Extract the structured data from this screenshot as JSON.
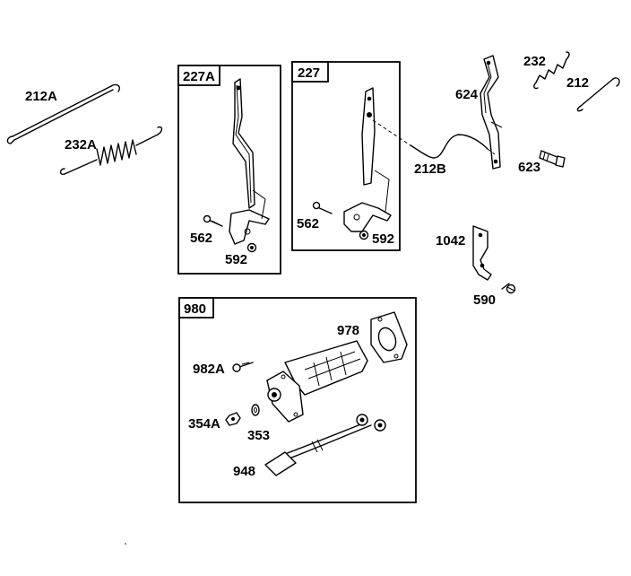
{
  "boxes": {
    "b227a": "227A",
    "b227": "227",
    "b980": "980"
  },
  "parts": {
    "p212a": "212A",
    "p232a": "232A",
    "p562_left": "562",
    "p592_left": "592",
    "p562_mid": "562",
    "p592_mid": "592",
    "p624": "624",
    "p232": "232",
    "p212": "212",
    "p212b": "212B",
    "p623": "623",
    "p1042": "1042",
    "p590": "590",
    "p978": "978",
    "p982a": "982A",
    "p354a": "354A",
    "p353": "353",
    "p948": "948"
  }
}
